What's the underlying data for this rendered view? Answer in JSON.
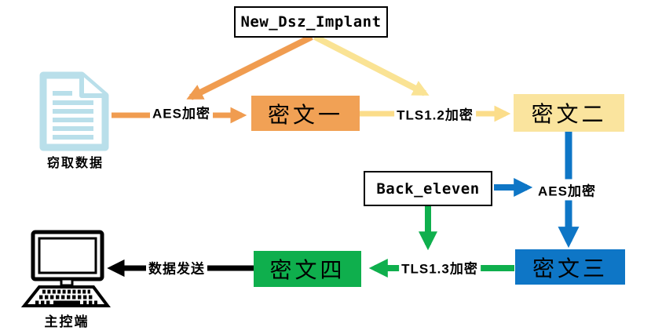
{
  "diagram": {
    "title_hidden": "",
    "implant": {
      "label": "New_Dsz_Implant"
    },
    "backdoor": {
      "label": "Back_eleven"
    },
    "source": {
      "label": "窃取数据",
      "icon": "document-icon",
      "color": "#B9DFEA"
    },
    "destination": {
      "label": "主控端",
      "icon": "computer-icon",
      "color": "#000000"
    },
    "nodes": [
      {
        "id": "cipher1",
        "label": "密文一",
        "color": "#F1A155"
      },
      {
        "id": "cipher2",
        "label": "密文二",
        "color": "#FAE49E"
      },
      {
        "id": "cipher3",
        "label": "密文三",
        "color": "#0E76C6"
      },
      {
        "id": "cipher4",
        "label": "密文四",
        "color": "#0FAF4D"
      }
    ],
    "edges": [
      {
        "from": "窃取数据",
        "to": "密文一",
        "label": "AES加密",
        "color": "#F09C50"
      },
      {
        "from": "密文一",
        "to": "密文二",
        "label": "TLS1.2加密",
        "color": "#FBDD8A"
      },
      {
        "from": "密文二",
        "to": "密文三",
        "label": "AES加密",
        "color": "#0E76C6"
      },
      {
        "from": "密文三",
        "to": "密文四",
        "label": "TLS1.3加密",
        "color": "#0FAF4D"
      },
      {
        "from": "密文四",
        "to": "主控端",
        "label": "数据发送",
        "color": "#000000"
      },
      {
        "from": "New_Dsz_Implant",
        "to": "AES加密(1)",
        "label": "",
        "color": "#F09C50"
      },
      {
        "from": "New_Dsz_Implant",
        "to": "TLS1.2加密",
        "label": "",
        "color": "#FAE394"
      },
      {
        "from": "Back_eleven",
        "to": "AES加密(2)",
        "label": "",
        "color": "#0E76C6"
      },
      {
        "from": "Back_eleven",
        "to": "TLS1.3加密",
        "label": "",
        "color": "#0FAF4D"
      }
    ]
  }
}
